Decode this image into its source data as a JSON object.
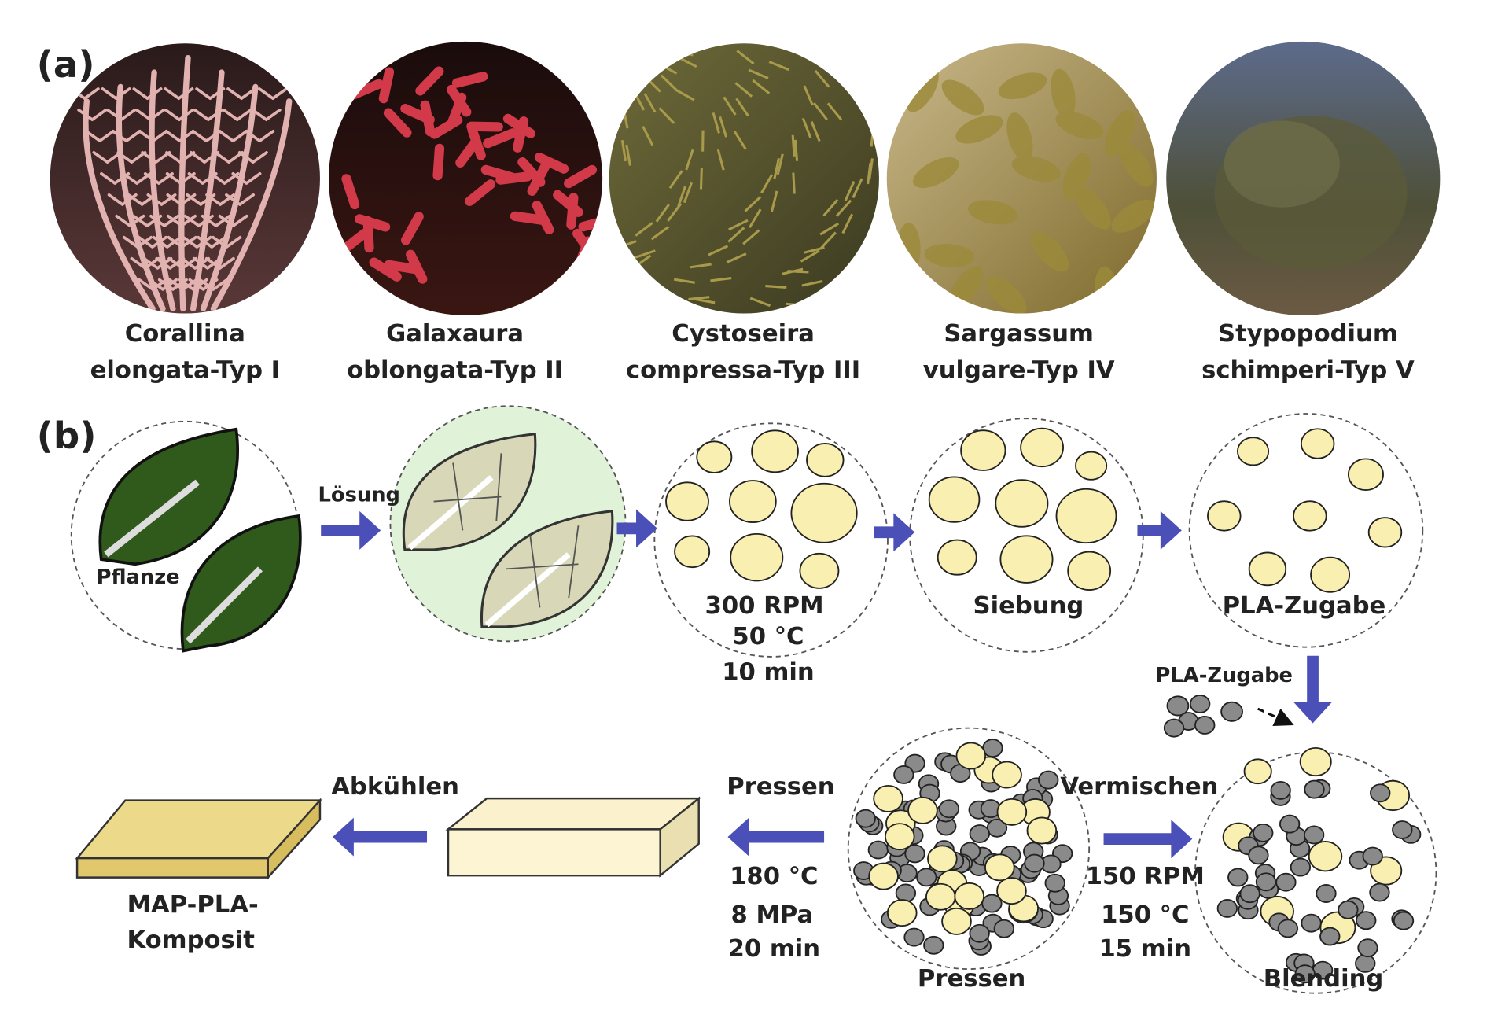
{
  "panel_a": {
    "label": "(a)",
    "species": [
      {
        "line1": "Corallina",
        "line2": "elongata-Typ I"
      },
      {
        "line1": "Galaxaura",
        "line2": "oblongata-Typ II"
      },
      {
        "line1": "Cystoseira",
        "line2": "compressa-Typ III"
      },
      {
        "line1": "Sargassum",
        "line2": "vulgare-Typ IV"
      },
      {
        "line1": "Stypopodium",
        "line2": "schimperi-Typ V"
      }
    ]
  },
  "panel_b": {
    "label": "(b)",
    "plant": "Pflanze",
    "solution": "Lösung",
    "step3": {
      "l1": "300 RPM",
      "l2": "50 °C",
      "l3": "10 min"
    },
    "sieving": "Siebung",
    "pla_addition": "PLA-Zugabe",
    "pla_addition2": "PLA-Zugabe",
    "blending": "Blending",
    "mixing": "Vermischen",
    "mix_params": {
      "l1": "150 RPM",
      "l2": "150 °C",
      "l3": "15 min"
    },
    "pressing_circle": "Pressen",
    "pressing": "Pressen",
    "press_params": {
      "l1": "180 °C",
      "l2": "8 MPa",
      "l3": "20 min"
    },
    "cooling": "Abkühlen",
    "product": {
      "l1": "MAP-PLA-",
      "l2": "Komposit"
    }
  },
  "colors": {
    "arrow": "#4b4fb8",
    "leaf": "#2f5a1c",
    "particle": "#f9efb0",
    "pla": "#8a8a8a"
  }
}
